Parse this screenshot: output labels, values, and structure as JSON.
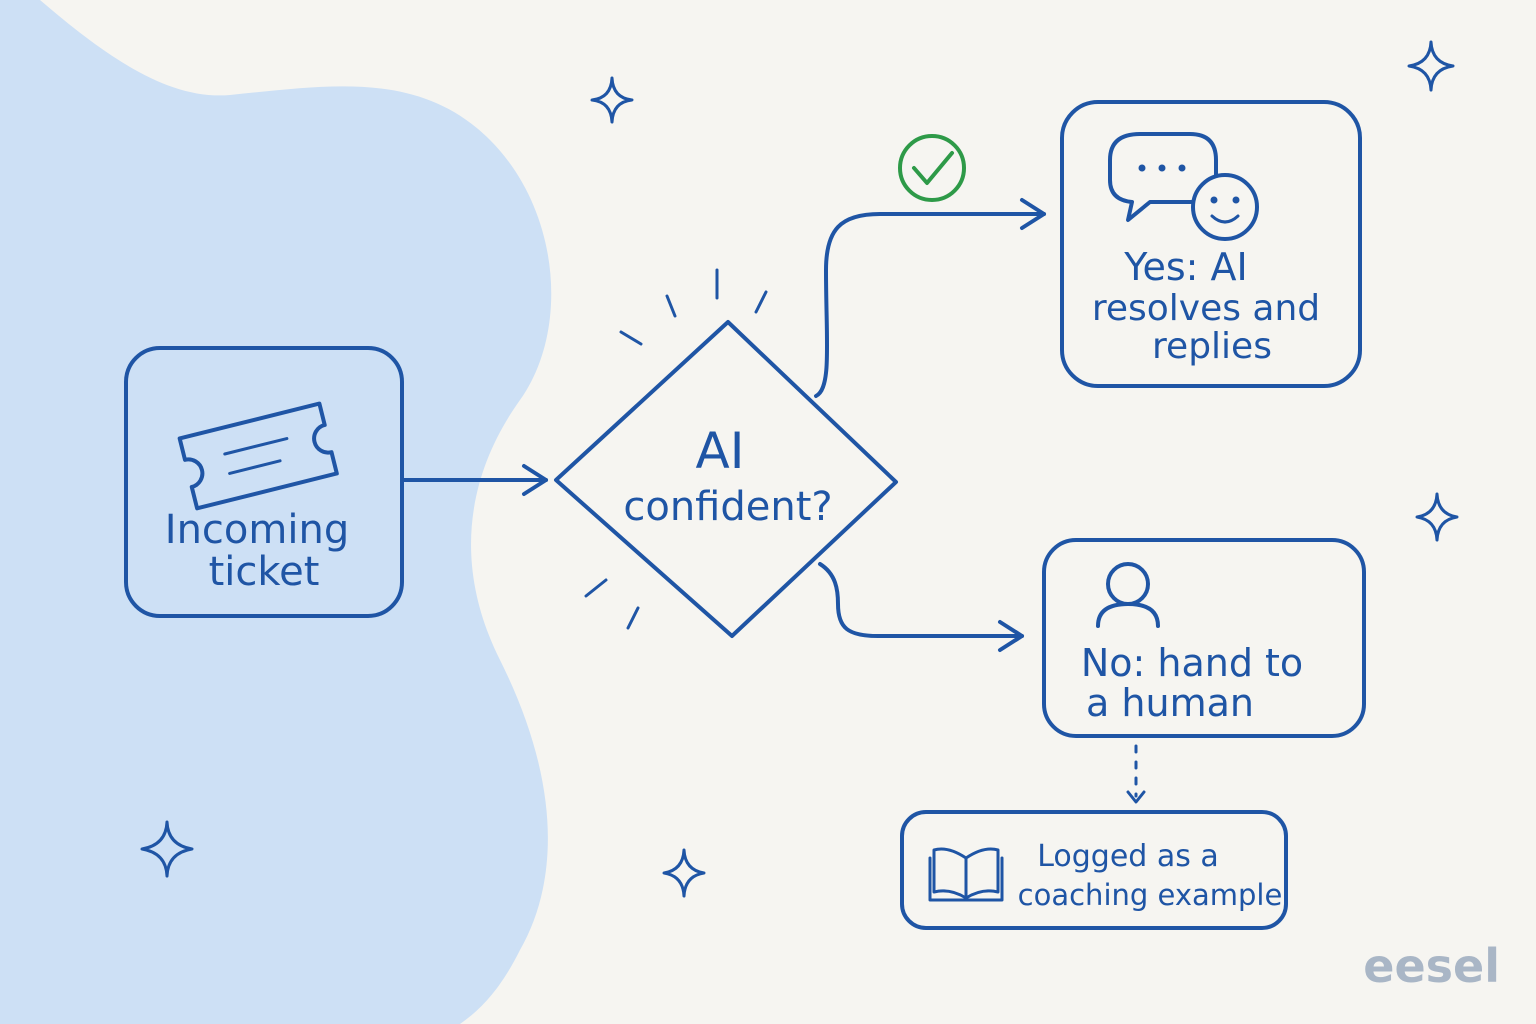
{
  "colors": {
    "background": "#f6f5f1",
    "blob": "#cde0f5",
    "ink": "#1f55a5",
    "check": "#2e9a48",
    "logo": "#a9b6c6"
  },
  "nodes": {
    "incoming": {
      "line1": "Incoming",
      "line2": "ticket",
      "icon": "ticket-icon"
    },
    "decision": {
      "line1": "AI",
      "line2": "confident?"
    },
    "yes": {
      "line1": "Yes: AI",
      "line2": "resolves and",
      "line3": "replies",
      "icon": "chat-smiley-icon"
    },
    "no": {
      "line1": "No: hand to",
      "line2": "a human",
      "icon": "person-icon"
    },
    "logged": {
      "line1": "Logged as a",
      "line2": "coaching example",
      "icon": "book-icon"
    }
  },
  "badges": {
    "yes_path": "check-circle-icon"
  },
  "brand": {
    "logo_text": "eesel"
  }
}
